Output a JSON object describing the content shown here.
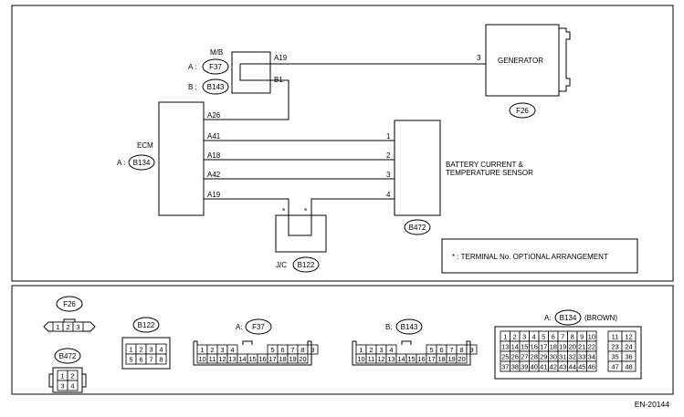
{
  "diagram": {
    "mb": {
      "label": "M/B",
      "connA_prefix": "A :",
      "connA": "F37",
      "connB_prefix": "B :",
      "connB": "B143",
      "pin_a19": "A19",
      "pin_b1": "B1"
    },
    "generator": {
      "label": "GENERATOR",
      "pin": "3",
      "conn": "F26"
    },
    "ecm": {
      "label": "ECM",
      "conn_prefix": "A :",
      "conn": "B134",
      "pins": [
        "A26",
        "A41",
        "A18",
        "A42",
        "A19"
      ]
    },
    "sensor": {
      "label_line1": "BATTERY CURRENT &",
      "label_line2": "TEMPERATURE SENSOR",
      "conn": "B472",
      "pins": [
        "1",
        "2",
        "3",
        "4"
      ]
    },
    "jc": {
      "label": "J/C",
      "conn": "B122",
      "star": "*"
    },
    "note": "* : TERMINAL No. OPTIONAL ARRANGEMENT"
  },
  "connectors": {
    "f26": {
      "name": "F26",
      "pins": [
        "1",
        "2",
        "3"
      ]
    },
    "b472": {
      "name": "B472",
      "pins": [
        "1",
        "2",
        "3",
        "4"
      ]
    },
    "b122": {
      "name": "B122",
      "pins": [
        "1",
        "2",
        "3",
        "4",
        "5",
        "6",
        "7",
        "8"
      ]
    },
    "f37": {
      "prefix": "A:",
      "name": "F37",
      "row1": [
        "1",
        "2",
        "3",
        "4",
        "5",
        "6",
        "7",
        "8",
        "9"
      ],
      "row2": [
        "10",
        "11",
        "12",
        "13",
        "14",
        "15",
        "16",
        "17",
        "18",
        "19",
        "20"
      ]
    },
    "b143": {
      "prefix": "B:",
      "name": "B143",
      "row1": [
        "1",
        "2",
        "3",
        "4",
        "5",
        "6",
        "7",
        "8",
        "9"
      ],
      "row2": [
        "10",
        "11",
        "12",
        "13",
        "14",
        "15",
        "16",
        "17",
        "18",
        "19",
        "20"
      ]
    },
    "b134": {
      "prefix": "A:",
      "name": "B134",
      "suffix": "(BROWN)",
      "main": [
        [
          "1",
          "2",
          "3",
          "4",
          "5",
          "6",
          "7",
          "8",
          "9",
          "10"
        ],
        [
          "13",
          "14",
          "15",
          "16",
          "17",
          "18",
          "19",
          "20",
          "21",
          "22"
        ],
        [
          "25",
          "26",
          "27",
          "28",
          "29",
          "30",
          "31",
          "32",
          "33",
          "34"
        ],
        [
          "37",
          "38",
          "39",
          "40",
          "41",
          "42",
          "43",
          "44",
          "45",
          "46"
        ]
      ],
      "side": [
        [
          "11",
          "12"
        ],
        [
          "23",
          "24"
        ],
        [
          "35",
          "36"
        ],
        [
          "47",
          "48"
        ]
      ]
    }
  },
  "code": "EN-20144"
}
